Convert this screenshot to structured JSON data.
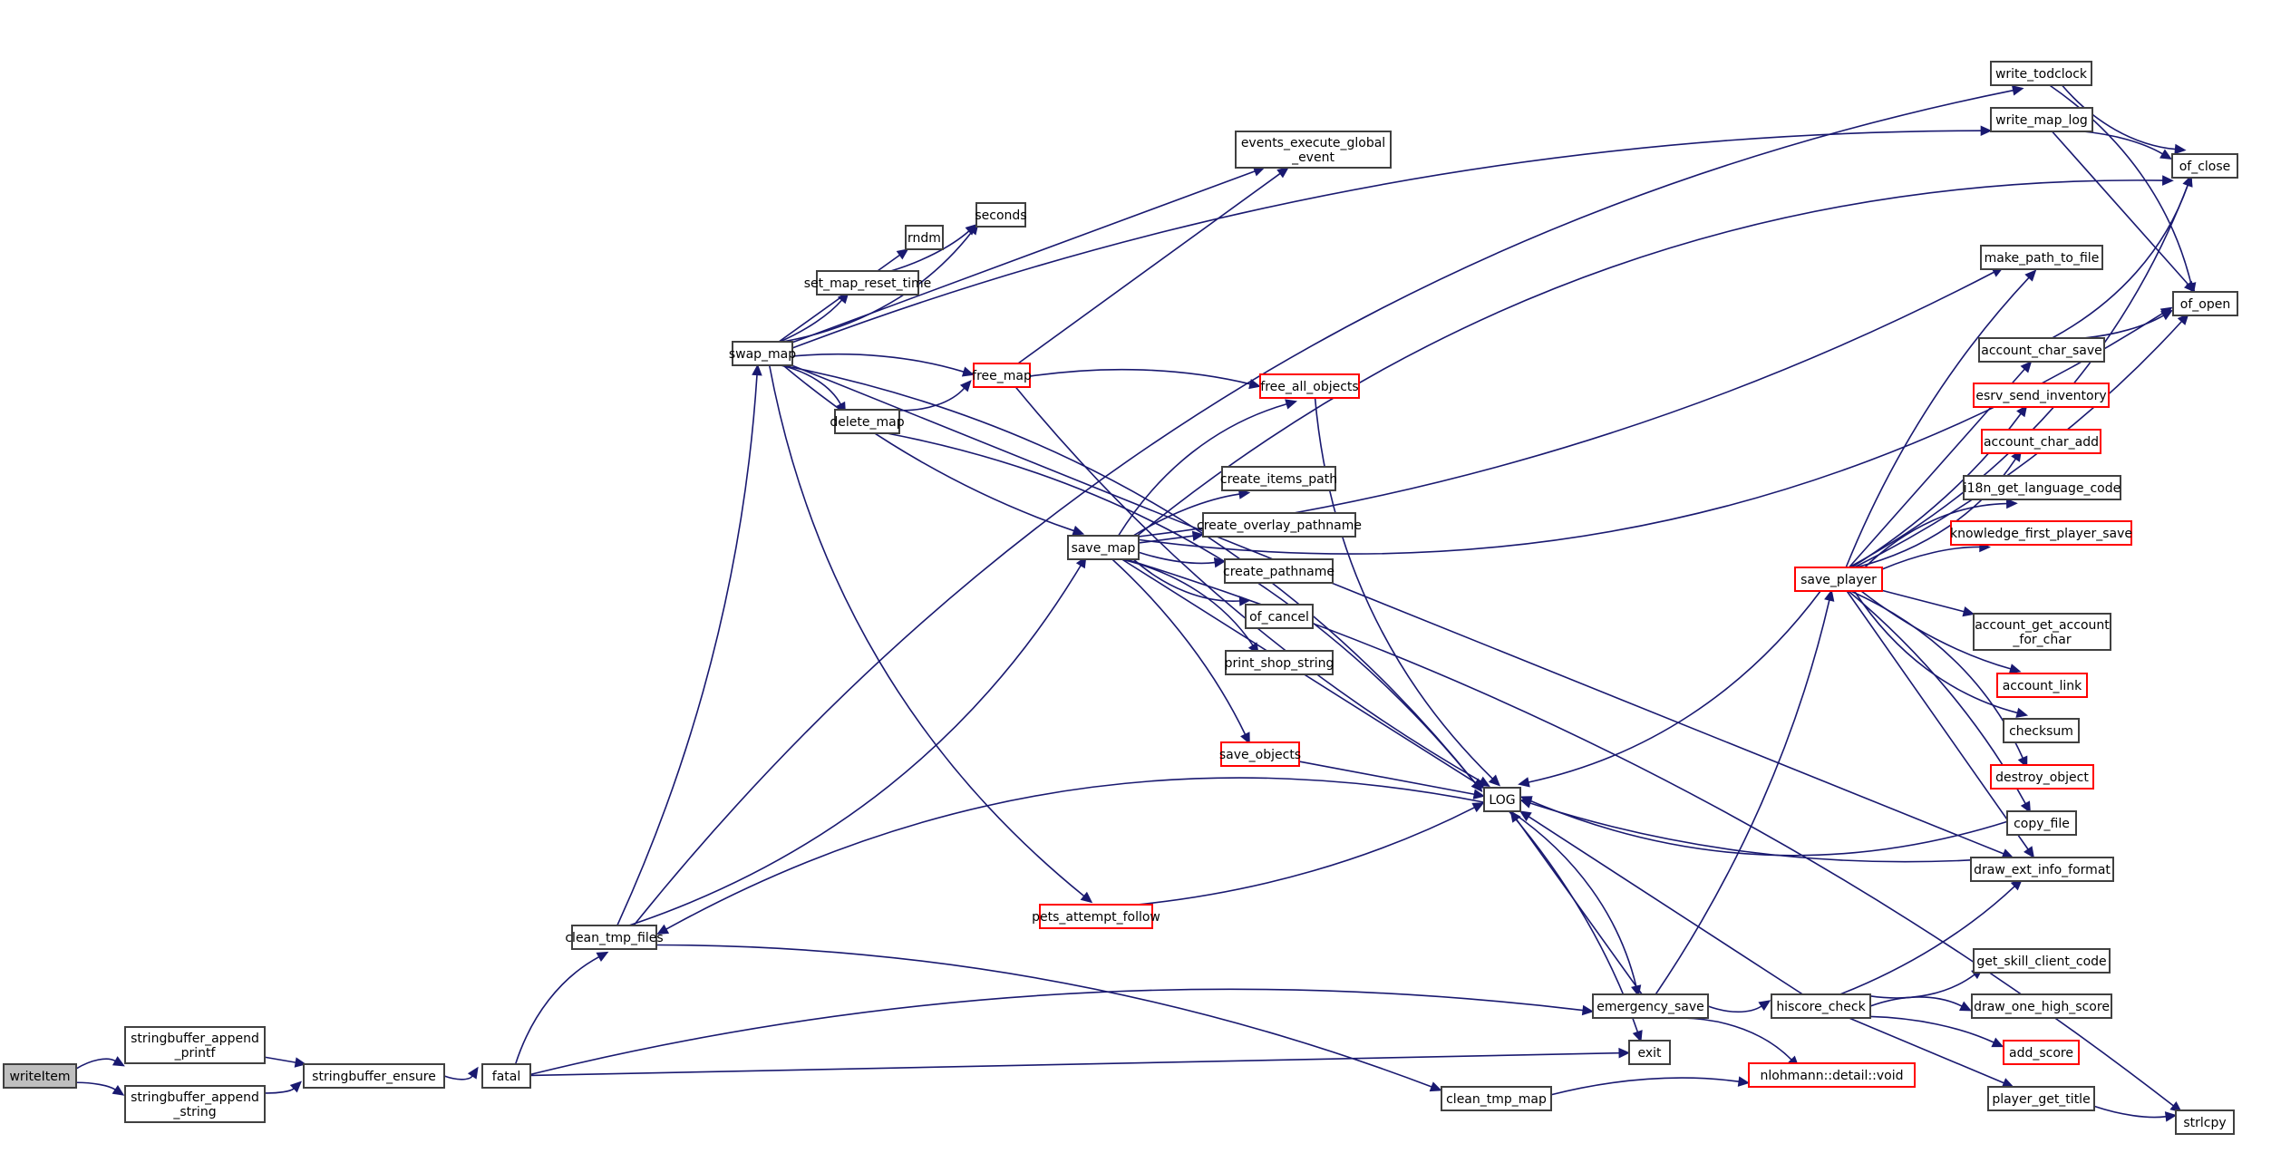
{
  "graph": {
    "title": "writeItem call graph",
    "colors": {
      "edge": "#191970",
      "node_border": "#404040",
      "truncated_border": "#ff0000",
      "root_fill": "#bfbfbf",
      "node_fill": "#ffffff"
    },
    "nodes": [
      {
        "id": "writeItem",
        "label": [
          "writeItem"
        ],
        "style": "root"
      },
      {
        "id": "sb_printf",
        "label": [
          "stringbuffer_append",
          "_printf"
        ],
        "style": "normal"
      },
      {
        "id": "sb_string",
        "label": [
          "stringbuffer_append",
          "_string"
        ],
        "style": "normal"
      },
      {
        "id": "sb_ensure",
        "label": [
          "stringbuffer_ensure"
        ],
        "style": "normal"
      },
      {
        "id": "fatal",
        "label": [
          "fatal"
        ],
        "style": "normal"
      },
      {
        "id": "clean_tmp_files",
        "label": [
          "clean_tmp_files"
        ],
        "style": "normal"
      },
      {
        "id": "swap_map",
        "label": [
          "swap_map"
        ],
        "style": "normal"
      },
      {
        "id": "rndm",
        "label": [
          "rndm"
        ],
        "style": "normal"
      },
      {
        "id": "set_map_reset_time",
        "label": [
          "set_map_reset_time"
        ],
        "style": "normal"
      },
      {
        "id": "seconds",
        "label": [
          "seconds"
        ],
        "style": "normal"
      },
      {
        "id": "delete_map",
        "label": [
          "delete_map"
        ],
        "style": "normal"
      },
      {
        "id": "free_map",
        "label": [
          "free_map"
        ],
        "style": "truncated"
      },
      {
        "id": "events_execute_global_event",
        "label": [
          "events_execute_global",
          "_event"
        ],
        "style": "normal"
      },
      {
        "id": "free_all_objects",
        "label": [
          "free_all_objects"
        ],
        "style": "truncated"
      },
      {
        "id": "save_map",
        "label": [
          "save_map"
        ],
        "style": "normal"
      },
      {
        "id": "create_items_path",
        "label": [
          "create_items_path"
        ],
        "style": "normal"
      },
      {
        "id": "create_overlay_pathname",
        "label": [
          "create_overlay_pathname"
        ],
        "style": "normal"
      },
      {
        "id": "create_pathname",
        "label": [
          "create_pathname"
        ],
        "style": "normal"
      },
      {
        "id": "of_cancel",
        "label": [
          "of_cancel"
        ],
        "style": "normal"
      },
      {
        "id": "print_shop_string",
        "label": [
          "print_shop_string"
        ],
        "style": "normal"
      },
      {
        "id": "save_objects",
        "label": [
          "save_objects"
        ],
        "style": "truncated"
      },
      {
        "id": "pets_attempt_follow",
        "label": [
          "pets_attempt_follow"
        ],
        "style": "truncated"
      },
      {
        "id": "LOG",
        "label": [
          "LOG"
        ],
        "style": "normal"
      },
      {
        "id": "emergency_save",
        "label": [
          "emergency_save"
        ],
        "style": "normal"
      },
      {
        "id": "exit",
        "label": [
          "exit"
        ],
        "style": "normal"
      },
      {
        "id": "clean_tmp_map",
        "label": [
          "clean_tmp_map"
        ],
        "style": "normal"
      },
      {
        "id": "hiscore_check",
        "label": [
          "hiscore_check"
        ],
        "style": "normal"
      },
      {
        "id": "nlohmann_void",
        "label": [
          "nlohmann::detail::void"
        ],
        "style": "truncated"
      },
      {
        "id": "write_todclock",
        "label": [
          "write_todclock"
        ],
        "style": "normal"
      },
      {
        "id": "write_map_log",
        "label": [
          "write_map_log"
        ],
        "style": "normal"
      },
      {
        "id": "of_close",
        "label": [
          "of_close"
        ],
        "style": "normal"
      },
      {
        "id": "of_open",
        "label": [
          "of_open"
        ],
        "style": "normal"
      },
      {
        "id": "make_path_to_file",
        "label": [
          "make_path_to_file"
        ],
        "style": "normal"
      },
      {
        "id": "account_char_save",
        "label": [
          "account_char_save"
        ],
        "style": "normal"
      },
      {
        "id": "esrv_send_inventory",
        "label": [
          "esrv_send_inventory"
        ],
        "style": "truncated"
      },
      {
        "id": "account_char_add",
        "label": [
          "account_char_add"
        ],
        "style": "truncated"
      },
      {
        "id": "i18n_get_language_code",
        "label": [
          "i18n_get_language_code"
        ],
        "style": "normal"
      },
      {
        "id": "knowledge_first_player_save",
        "label": [
          "knowledge_first_player_save"
        ],
        "style": "truncated"
      },
      {
        "id": "save_player",
        "label": [
          "save_player"
        ],
        "style": "truncated"
      },
      {
        "id": "account_get_account_for_char",
        "label": [
          "account_get_account",
          "_for_char"
        ],
        "style": "normal"
      },
      {
        "id": "account_link",
        "label": [
          "account_link"
        ],
        "style": "truncated"
      },
      {
        "id": "checksum",
        "label": [
          "checksum"
        ],
        "style": "normal"
      },
      {
        "id": "destroy_object",
        "label": [
          "destroy_object"
        ],
        "style": "truncated"
      },
      {
        "id": "copy_file",
        "label": [
          "copy_file"
        ],
        "style": "normal"
      },
      {
        "id": "draw_ext_info_format",
        "label": [
          "draw_ext_info_format"
        ],
        "style": "normal"
      },
      {
        "id": "get_skill_client_code",
        "label": [
          "get_skill_client_code"
        ],
        "style": "normal"
      },
      {
        "id": "draw_one_high_score",
        "label": [
          "draw_one_high_score"
        ],
        "style": "normal"
      },
      {
        "id": "add_score",
        "label": [
          "add_score"
        ],
        "style": "truncated"
      },
      {
        "id": "player_get_title",
        "label": [
          "player_get_title"
        ],
        "style": "normal"
      },
      {
        "id": "strlcpy",
        "label": [
          "strlcpy"
        ],
        "style": "normal"
      }
    ],
    "edges": [
      [
        "writeItem",
        "sb_printf"
      ],
      [
        "writeItem",
        "sb_string"
      ],
      [
        "sb_printf",
        "sb_ensure"
      ],
      [
        "sb_string",
        "sb_ensure"
      ],
      [
        "sb_ensure",
        "fatal"
      ],
      [
        "fatal",
        "clean_tmp_files"
      ],
      [
        "fatal",
        "emergency_save"
      ],
      [
        "fatal",
        "exit"
      ],
      [
        "clean_tmp_files",
        "swap_map"
      ],
      [
        "clean_tmp_files",
        "save_map"
      ],
      [
        "clean_tmp_files",
        "write_todclock"
      ],
      [
        "clean_tmp_files",
        "clean_tmp_map"
      ],
      [
        "swap_map",
        "rndm"
      ],
      [
        "swap_map",
        "set_map_reset_time"
      ],
      [
        "swap_map",
        "seconds"
      ],
      [
        "swap_map",
        "delete_map"
      ],
      [
        "swap_map",
        "free_map"
      ],
      [
        "swap_map",
        "events_execute_global_event"
      ],
      [
        "swap_map",
        "save_map"
      ],
      [
        "swap_map",
        "pets_attempt_follow"
      ],
      [
        "swap_map",
        "LOG"
      ],
      [
        "swap_map",
        "write_map_log"
      ],
      [
        "swap_map",
        "draw_ext_info_format"
      ],
      [
        "set_map_reset_time",
        "seconds"
      ],
      [
        "delete_map",
        "free_map"
      ],
      [
        "delete_map",
        "LOG"
      ],
      [
        "free_map",
        "free_all_objects"
      ],
      [
        "free_map",
        "events_execute_global_event"
      ],
      [
        "free_map",
        "LOG"
      ],
      [
        "free_all_objects",
        "LOG"
      ],
      [
        "save_map",
        "free_all_objects"
      ],
      [
        "save_map",
        "create_items_path"
      ],
      [
        "save_map",
        "create_overlay_pathname"
      ],
      [
        "save_map",
        "create_pathname"
      ],
      [
        "save_map",
        "of_cancel"
      ],
      [
        "save_map",
        "print_shop_string"
      ],
      [
        "save_map",
        "save_objects"
      ],
      [
        "save_map",
        "LOG"
      ],
      [
        "save_map",
        "make_path_to_file"
      ],
      [
        "save_map",
        "of_open"
      ],
      [
        "save_map",
        "of_close"
      ],
      [
        "save_map",
        "strlcpy"
      ],
      [
        "save_objects",
        "LOG"
      ],
      [
        "pets_attempt_follow",
        "LOG"
      ],
      [
        "LOG",
        "clean_tmp_files"
      ],
      [
        "LOG",
        "emergency_save"
      ],
      [
        "LOG",
        "exit"
      ],
      [
        "emergency_save",
        "LOG"
      ],
      [
        "emergency_save",
        "save_player"
      ],
      [
        "emergency_save",
        "hiscore_check"
      ],
      [
        "emergency_save",
        "nlohmann_void"
      ],
      [
        "clean_tmp_map",
        "nlohmann_void"
      ],
      [
        "hiscore_check",
        "LOG"
      ],
      [
        "hiscore_check",
        "draw_ext_info_format"
      ],
      [
        "hiscore_check",
        "get_skill_client_code"
      ],
      [
        "hiscore_check",
        "draw_one_high_score"
      ],
      [
        "hiscore_check",
        "add_score"
      ],
      [
        "hiscore_check",
        "player_get_title"
      ],
      [
        "player_get_title",
        "strlcpy"
      ],
      [
        "write_todclock",
        "of_close"
      ],
      [
        "write_todclock",
        "of_open"
      ],
      [
        "write_map_log",
        "of_close"
      ],
      [
        "write_map_log",
        "of_open"
      ],
      [
        "account_char_save",
        "of_open"
      ],
      [
        "account_char_save",
        "of_close"
      ],
      [
        "save_player",
        "LOG"
      ],
      [
        "save_player",
        "make_path_to_file"
      ],
      [
        "save_player",
        "account_char_save"
      ],
      [
        "save_player",
        "esrv_send_inventory"
      ],
      [
        "save_player",
        "account_char_add"
      ],
      [
        "save_player",
        "i18n_get_language_code"
      ],
      [
        "save_player",
        "knowledge_first_player_save"
      ],
      [
        "save_player",
        "account_get_account_for_char"
      ],
      [
        "save_player",
        "account_link"
      ],
      [
        "save_player",
        "checksum"
      ],
      [
        "save_player",
        "destroy_object"
      ],
      [
        "save_player",
        "copy_file"
      ],
      [
        "save_player",
        "draw_ext_info_format"
      ],
      [
        "save_player",
        "of_open"
      ],
      [
        "save_player",
        "of_close"
      ],
      [
        "copy_file",
        "LOG"
      ],
      [
        "draw_ext_info_format",
        "LOG"
      ]
    ]
  }
}
